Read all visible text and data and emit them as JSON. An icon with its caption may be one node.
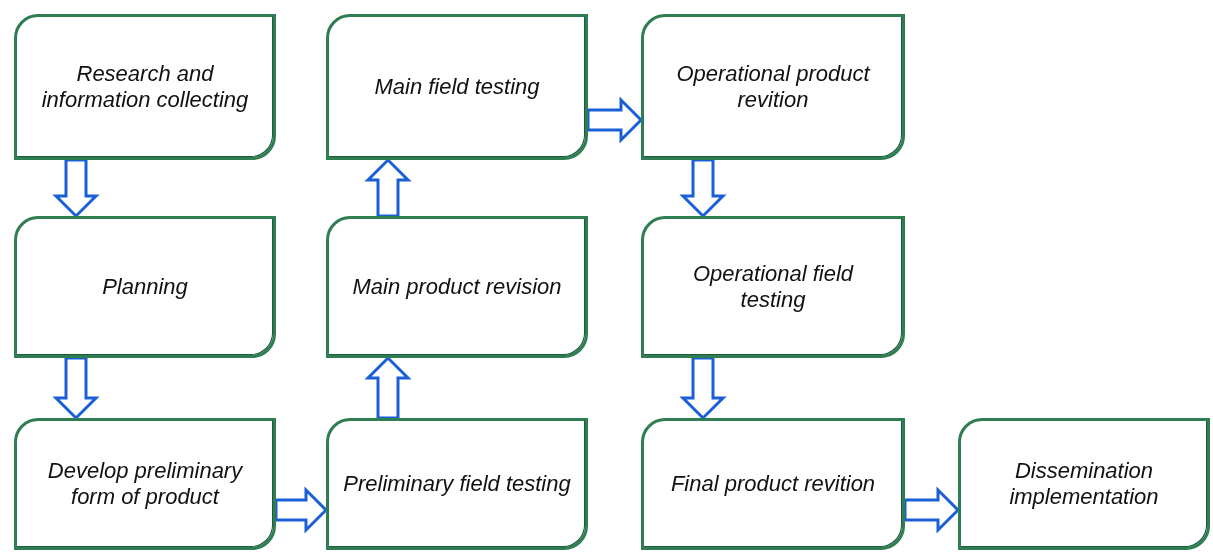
{
  "diagram": {
    "nodes": [
      {
        "text": [
          "Research and information collecting"
        ]
      },
      {
        "text": [
          "Main field testing"
        ]
      },
      {
        "text": [
          "Operational product revition"
        ]
      },
      {
        "text": [
          "Planning"
        ]
      },
      {
        "text": [
          "Main product revision"
        ]
      },
      {
        "text": [
          "Operational field testing"
        ]
      },
      {
        "text": [
          "Develop preliminary form of product"
        ]
      },
      {
        "text": [
          "Preliminary field testing"
        ]
      },
      {
        "text": [
          "Final product revition"
        ]
      },
      {
        "text": [
          "Dissemination implementation"
        ]
      }
    ],
    "edges": [
      {
        "from": 0,
        "to": 3,
        "arrow": "to"
      },
      {
        "from": 3,
        "to": 6,
        "arrow": "to"
      },
      {
        "from": 6,
        "to": 7,
        "arrow": "to"
      },
      {
        "from": 7,
        "to": 4,
        "arrow": "to"
      },
      {
        "from": 4,
        "to": 1,
        "arrow": "to"
      },
      {
        "from": 1,
        "to": 2,
        "arrow": "to"
      },
      {
        "from": 2,
        "to": 5,
        "arrow": "to"
      },
      {
        "from": 5,
        "to": 8,
        "arrow": "to"
      },
      {
        "from": 8,
        "to": 9,
        "arrow": "to"
      }
    ]
  }
}
